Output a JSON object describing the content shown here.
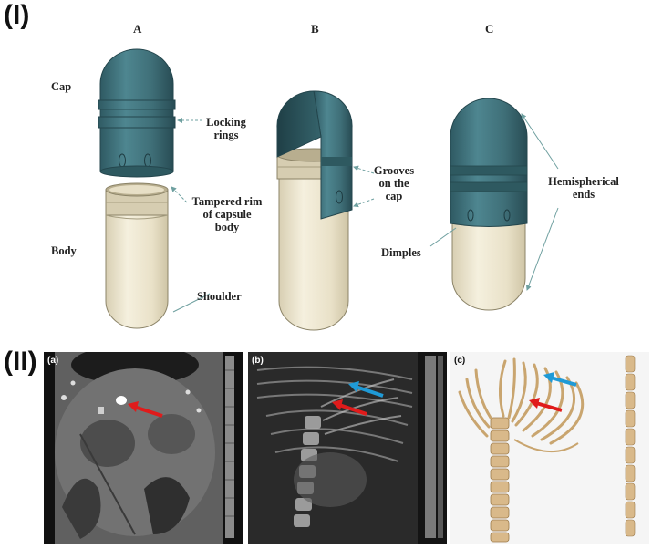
{
  "panels": {
    "top": {
      "label": "(I)",
      "columns": [
        "A",
        "B",
        "C"
      ],
      "labels": {
        "cap": "Cap",
        "body": "Body",
        "locking_rings": [
          "Locking",
          "rings"
        ],
        "tampered_rim": [
          "Tampered rim",
          "of capsule",
          "body"
        ],
        "shoulder": "Shoulder",
        "grooves": [
          "Grooves",
          "on the",
          "cap"
        ],
        "dimples": "Dimples",
        "hemispherical": [
          "Hemispherical",
          "ends"
        ]
      }
    },
    "bottom": {
      "label": "(II)",
      "sub_labels": [
        "(a)",
        "(b)",
        "(c)"
      ]
    }
  },
  "colors": {
    "cap_teal": "#3f6f78",
    "body_cream": "#ece5cf",
    "arrow_red": "#e01b1b",
    "arrow_blue": "#1f9ad6",
    "bone": "#d9b98a"
  }
}
